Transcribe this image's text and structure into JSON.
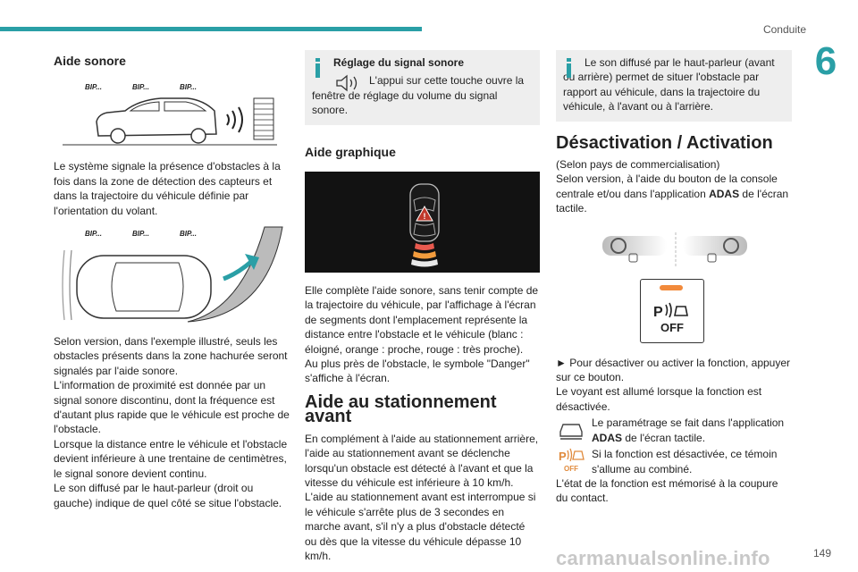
{
  "header": {
    "chapter_title": "Conduite",
    "chapter_number": "6"
  },
  "col1": {
    "heading": "Aide sonore",
    "bip_labels": [
      "BIP...",
      "BIP...",
      "BIP..."
    ],
    "p1": "Le système signale la présence d'obstacles à la fois dans la zone de détection des capteurs et dans la trajectoire du véhicule définie par l'orientation du volant.",
    "p2": "Selon version, dans l'exemple illustré, seuls les obstacles présents dans la zone hachurée seront signalés par l'aide sonore.",
    "p3": "L'information de proximité est donnée par un signal sonore discontinu, dont la fréquence est d'autant plus rapide que le véhicule est proche de l'obstacle.",
    "p4": "Lorsque la distance entre le véhicule et l'obstacle devient inférieure à une trentaine de centimètres, le signal sonore devient continu.",
    "p5": "Le son diffusé par le haut-parleur (droit ou gauche) indique de quel côté se situe l'obstacle."
  },
  "col2": {
    "info_title": "Réglage du signal sonore",
    "info_text": "L'appui sur cette touche ouvre la fenêtre de réglage du volume du signal sonore.",
    "heading_graphic": "Aide graphique",
    "p_graphic": "Elle complète l'aide sonore, sans tenir compte de la trajectoire du véhicule, par l'affichage à l'écran de segments dont l'emplacement représente la distance entre l'obstacle et le véhicule (blanc : éloigné, orange : proche, rouge : très proche).",
    "p_danger": "Au plus près de l'obstacle, le symbole \"Danger\" s'affiche à l'écran.",
    "heading_front": "Aide au stationnement avant",
    "p_front1": "En complément à l'aide au stationnement arrière, l'aide au stationnement avant se déclenche lorsqu'un obstacle est détecté à l'avant et que la vitesse du véhicule est inférieure à 10 km/h.",
    "p_front2": "L'aide au stationnement avant est interrompue si le véhicule s'arrête plus de 3 secondes en marche avant, s'il n'y a plus d'obstacle détecté ou dès que la vitesse du véhicule dépasse 10 km/h."
  },
  "col3": {
    "info_text": "Le son diffusé par le haut-parleur (avant ou arrière) permet de situer l'obstacle par rapport au véhicule, dans la trajectoire du véhicule, à l'avant ou à l'arrière.",
    "heading": "Désactivation / Activation",
    "p1": "(Selon pays de commercialisation)",
    "p2_a": "Selon version, à l'aide du bouton de la console centrale et/ou dans l'application ",
    "p2_b": "ADAS",
    "p2_c": " de l'écran tactile.",
    "button_label": "OFF",
    "p3": "► Pour désactiver ou activer la fonction, appuyer sur ce bouton.",
    "p4": "Le voyant est allumé lorsque la fonction est désactivée.",
    "icon_row1_a": "Le paramétrage se fait dans l'application ",
    "icon_row1_b": "ADAS",
    "icon_row1_c": " de l'écran tactile.",
    "icon_row2": "Si la fonction est désactivée, ce témoin s'allume au combiné.",
    "icon_off_label": "OFF",
    "p5": "L'état de la fonction est mémorisé à la coupure du contact."
  },
  "footer": {
    "page_number": "149",
    "watermark": "carmanualsonline.info"
  }
}
